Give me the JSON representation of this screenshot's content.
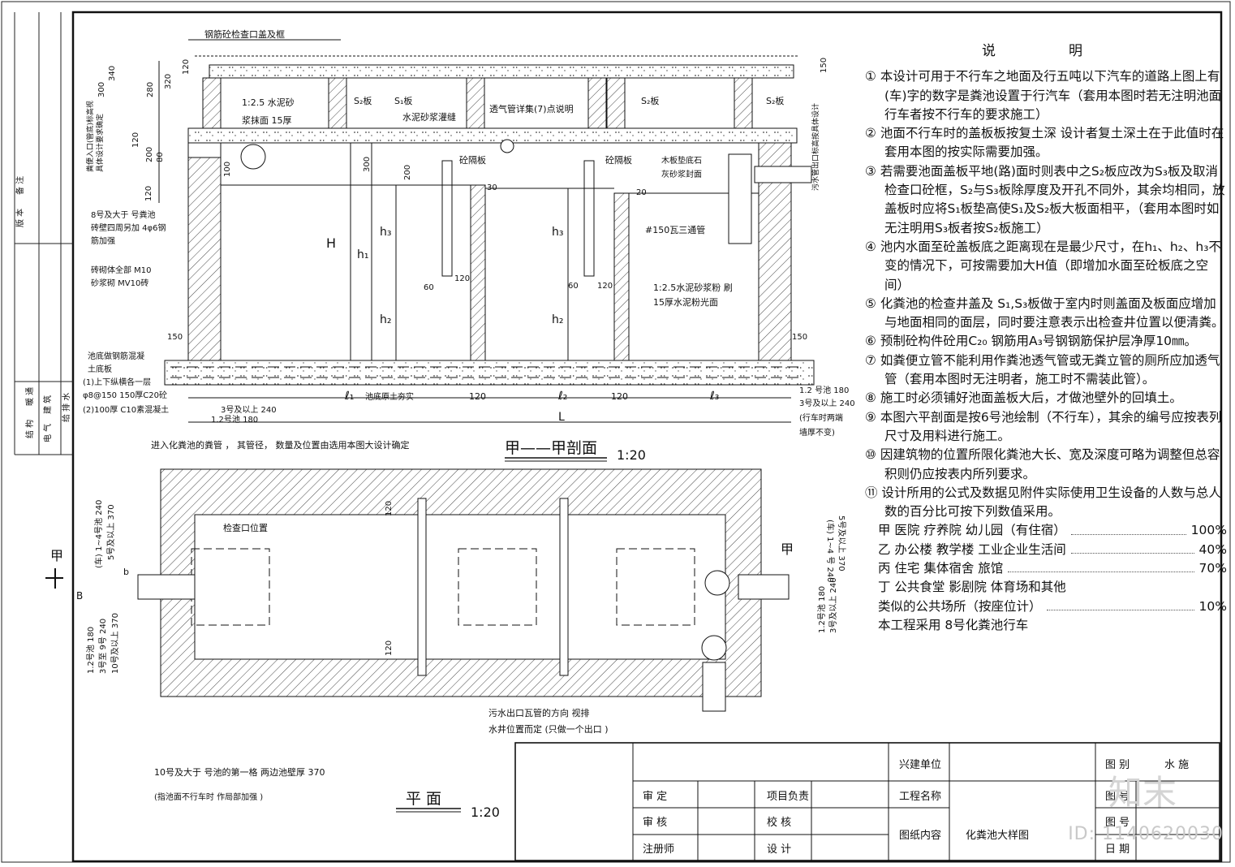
{
  "section": {
    "top_cover_label": "钢筋砼检查口盖及框",
    "labels": {
      "mortar_15": "1:2.5 水泥砂",
      "mortar_15b": "浆抹面 15厚",
      "s2_left": "S₂板",
      "s1": "S₁板",
      "grout": "水泥砂浆灌缝",
      "vent_detail": "透气管详集(7)点说明",
      "s2_right": "S₂板",
      "s2_far": "S₂板",
      "baffle_left": "砼隔板",
      "baffle_right": "砼隔板",
      "wood_plug": "木板垫底石",
      "ash_seal": "灰砂浆封面",
      "tee_pipe": "#150瓦三通管",
      "wall_mortar": "1:2.5水泥砂浆粉 刷",
      "wall_mortar2": "15厚水泥粉光面",
      "reinforce": "8号及大于 号粪池",
      "reinforce2": "砖壁四周另加 4φ6钢",
      "reinforce3": "筋加强",
      "masonry": "砖砌体全部 M10",
      "masonry2": "砂浆砌 MV10砖",
      "base_title": "池底做钢筋混凝",
      "base_title2": "土底板",
      "base_1": "(1)上下纵横各一层",
      "base_1b": "φ8@150 150厚C20砼",
      "base_2": "(2)100厚 C10素混凝土",
      "soil": "池底原土夯实",
      "inlet_note": "粪便入口(管底)标高视",
      "inlet_note2": "具体设计要求确定",
      "outlet_note": "污水管出口标高按具体设计",
      "traffic_note": "(行车时两端",
      "traffic_note2": "墙厚不变)"
    },
    "dims": {
      "d150_top": "150",
      "d120_top": "120",
      "d300": "300",
      "d340": "340",
      "d280": "280",
      "d320": "320",
      "d120a": "120",
      "d200": "200",
      "d80": "80",
      "d100": "100",
      "d120b": "120",
      "d300b": "300",
      "d200b": "200",
      "d30": "30",
      "d20": "20",
      "d60a": "60",
      "d120c": "120",
      "d60b": "60",
      "d120d": "120",
      "d150l": "150",
      "d150r": "150",
      "H": "H",
      "h1": "h₁",
      "h3a": "h₃",
      "h2a": "h₂",
      "h3b": "h₃",
      "h2b": "h₂",
      "l1": "ℓ₁",
      "l2": "ℓ₂",
      "l3": "ℓ₃",
      "L": "L",
      "d120e": "120",
      "d120f": "120",
      "bl1": "3号及以上 240",
      "bl2": "1.2号池 180",
      "br1": "1.2 号池 180",
      "br2": "3号及以上 240"
    },
    "title": "甲——甲剖面",
    "scale": "1:20"
  },
  "plan": {
    "pipe_note": "进入化粪池的粪管 ， 其管径， 数量及位置由选用本图大设计确定",
    "inspect_pos": "检查口位置",
    "outlet_dir": "污水出口瓦管的方向 视排",
    "outlet_dir2": "水井位置而定 (只做一个出口 )",
    "wall_note": "10号及大于 号池的第一格 两边池壁厚 370",
    "wall_note2": "(指池面不行车时 作局部加强 )",
    "dims": {
      "d120a": "120",
      "d120b": "120",
      "b": "b",
      "B": "B",
      "left_top1": "(车) 1~4号池 240",
      "left_top2": "5号及以上 370",
      "left_bot1": "1.2号池 180",
      "left_bot2": "3号至 9号 240",
      "left_bot3": "10号及以上 370",
      "right_top1": "(车) 1~4 号 240",
      "right_top2": "5号及以上 370",
      "right_bot1": "1.2号池 180",
      "right_bot2": "3号及以上 240"
    },
    "section_mark_left": "甲",
    "section_mark_right": "甲",
    "title": "平 面",
    "scale": "1:20"
  },
  "side_strip": {
    "labels": [
      "备 注",
      "版 本",
      "建 筑",
      "结 构",
      "给 排 水",
      "电 气",
      "暖 通"
    ]
  },
  "notes": {
    "heading": "说明",
    "items": [
      "① 本设计可用于不行车之地面及行五吨以下汽车的道路上图上有(车)字的数字是粪池设置于行汽车（套用本图时若无注明池面行车者按不行车的要求施工）",
      "② 池面不行车时的盖板板按复土深 设计者复土深土在于此值时在套用本图的按实际需要加强。",
      "③ 若需要池面盖板平地(路)面时则表中之S₂板应改为S₃板及取消检查口砼框，S₂与S₃板除厚度及开孔不同外，其余均相同，放盖板时应将S₁板垫高使S₁及S₂板大板面相平，（套用本图时如无注明用S₃板者按S₂板施工）",
      "④ 池内水面至砼盖板底之距离现在是最少尺寸，在h₁、h₂、h₃不变的情况下，可按需要加大H值（即增加水面至砼板底之空间）",
      "⑤ 化粪池的检查井盖及 S₁,S₃板做于室内时则盖面及板面应增加与地面相同的面层，同时要注意表示出检查井位置以便清粪。",
      "⑥ 预制砼构件砼用C₂₀ 钢筋用A₃号钢钢筋保护层净厚10㎜。",
      "⑦ 如粪便立管不能利用作粪池透气管或无粪立管的厕所应加透气管（套用本图时无注明者，施工时不需装此管）。",
      "⑧ 施工时必须铺好池面盖板大后，才做池壁外的回填土。",
      "⑨ 本图六平剖面是按6号池绘制（不行车），其余的编号应按表列尺寸及用料进行施工。",
      "⑩ 因建筑物的位置所限化粪池大长、宽及深度可略为调整但总容积则仍应按表内所列要求。",
      "⑪ 设计所用的公式及数据见附件实际使用卫生设备的人数与总人数的百分比可按下列数值采用。"
    ],
    "categories": [
      {
        "type": "甲 医院 疗养院 幼儿园（有住宿）",
        "percent": "100%"
      },
      {
        "type": "乙 办公楼 教学楼 工业企业生活间",
        "percent": "40%"
      },
      {
        "type": "丙 住宅 集体宿舍 旅馆",
        "percent": "70%"
      },
      {
        "type": "丁 公共食堂 影剧院 体育场和其他",
        "percent": ""
      },
      {
        "type": "类似的公共场所（按座位计）",
        "percent": "10%"
      }
    ],
    "adopted": "本工程采用 8号化粪池行车"
  },
  "title_block": {
    "builder": "兴建单位",
    "project_name": "工程名称",
    "drawing_content": "图纸内容",
    "drawing_name": "化粪池大样图",
    "approve": "审 定",
    "review": "审 核",
    "registered": "注册师",
    "project_lead": "项目负责",
    "check": "校 核",
    "design": "设 计",
    "category_label": "图 别",
    "category_value": "水 施",
    "number_label": "图 号",
    "sheet_label": "图 号",
    "date_label": "日 期"
  },
  "watermark": {
    "logo": "知末",
    "id": "ID: 1140620030"
  }
}
